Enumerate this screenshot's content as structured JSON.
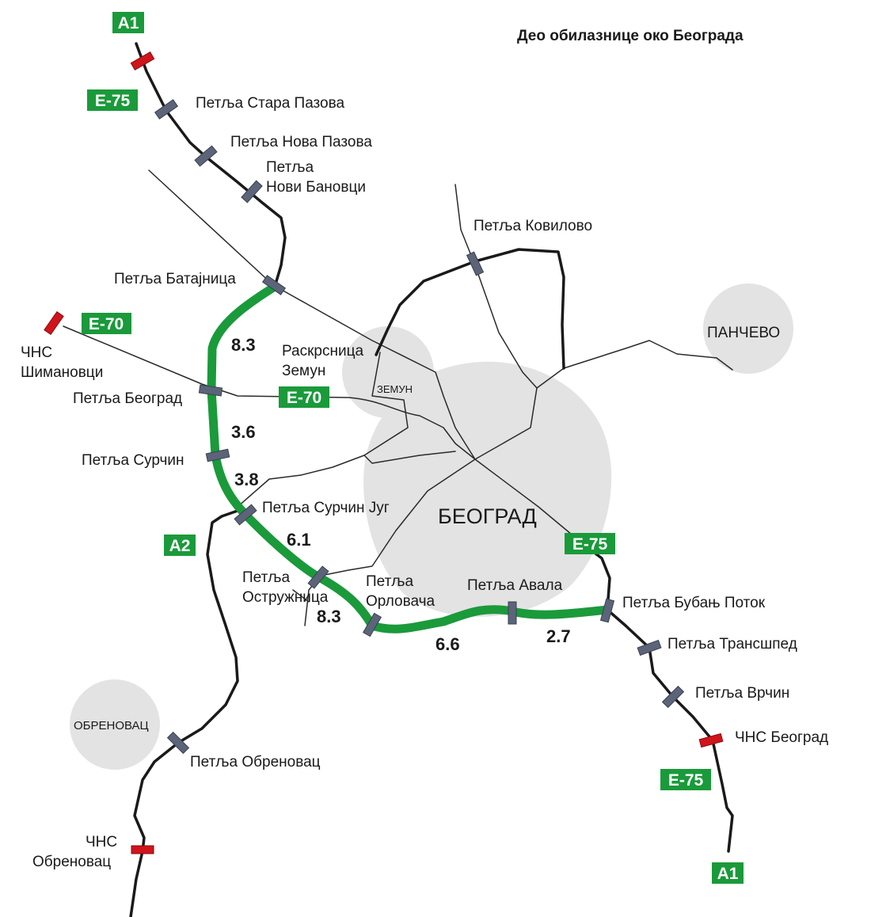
{
  "title": "Део обилазнице око Београда",
  "colors": {
    "ring_road": "#1a9a3a",
    "badge": "#1a9a3a",
    "interchange": "#5b6478",
    "toll_station": "#d0141b",
    "city_area": "#e3e3e3"
  },
  "cities": {
    "beograd": "БЕОГРАД",
    "zemun": "ЗЕМУН",
    "pancevo": "ПАНЧЕВО",
    "obrenovac": "ОБРЕНОВАЦ"
  },
  "road_badges": {
    "a1_top": "A1",
    "e75_top": "E-75",
    "e70_west": "E-70",
    "e70_mid": "E-70",
    "a2": "A2",
    "e75_east": "E-75",
    "e75_south": "E-75",
    "a1_bottom": "A1"
  },
  "interchanges": {
    "stara_pazova": "Петља Стара Пазова",
    "nova_pazova": "Петља Нова Пазова",
    "novi_banovci_1": "Петља",
    "novi_banovci_2": "Нови Бановци",
    "kovilovo": "Петља Ковилово",
    "batajnica": "Петља Батајница",
    "raskrsnica_zemun_1": "Раскрсница",
    "raskrsnica_zemun_2": "Земун",
    "beograd": "Петља Београд",
    "surcin": "Петља Сурчин",
    "surcin_jug": "Петља Сурчин Југ",
    "ostruznica_1": "Петља",
    "ostruznica_2": "Остружница",
    "orlovaca_1": "Петља",
    "orlovaca_2": "Орловача",
    "avala": "Петља Авала",
    "bubanj_potok": "Петља Бубањ Поток",
    "transsped": "Петља Трансшпед",
    "vrcin": "Петља Врчин",
    "obrenovac": "Петља Обреновац"
  },
  "toll_stations": {
    "simanovci_1": "ЧНС",
    "simanovci_2": "Шимановци",
    "beograd": "ЧНС Београд",
    "obrenovac_1": "ЧНС",
    "obrenovac_2": "Обреновац"
  },
  "segment_lengths": {
    "batajnica_beograd": "8.3",
    "beograd_surcin": "3.6",
    "surcin_surcin_jug": "3.8",
    "surcin_jug_ostruznica": "6.1",
    "ostruznica_orlovaca": "8.3",
    "orlovaca_avala": "6.6",
    "avala_bubanj_potok": "2.7"
  }
}
